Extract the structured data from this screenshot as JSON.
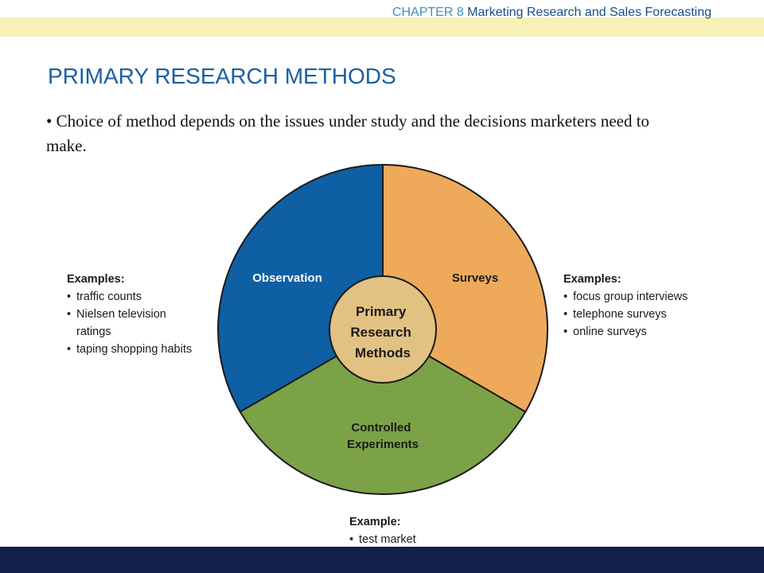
{
  "header": {
    "chapter_label": "CHAPTER 8",
    "chapter_title": "Marketing Research and Sales Forecasting"
  },
  "slide": {
    "title": "PRIMARY RESEARCH METHODS",
    "bullet": "• Choice of method depends on the issues under study and the decisions marketers need to make."
  },
  "diagram": {
    "center_label_lines": [
      "Primary",
      "Research",
      "Methods"
    ],
    "segments": [
      {
        "label_lines": [
          "Observation"
        ],
        "color": "#0e5fa3"
      },
      {
        "label_lines": [
          "Surveys"
        ],
        "color": "#eeaa5a"
      },
      {
        "label_lines": [
          "Controlled",
          "Experiments"
        ],
        "color": "#7ca247"
      }
    ],
    "center_color": "#e2c282"
  },
  "examples": {
    "observation": {
      "heading": "Examples:",
      "items": [
        "traffic counts",
        "Nielsen television ratings",
        "taping shopping habits"
      ]
    },
    "surveys": {
      "heading": "Examples:",
      "items": [
        "focus group interviews",
        "telephone surveys",
        "online surveys"
      ]
    },
    "experiments": {
      "heading": "Example:",
      "items": [
        "test market"
      ]
    }
  }
}
